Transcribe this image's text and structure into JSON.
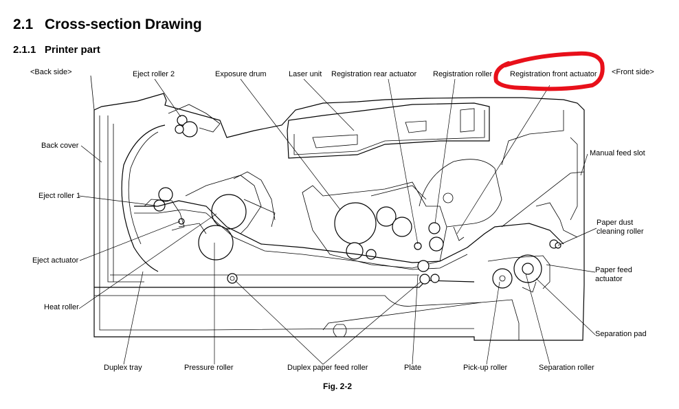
{
  "section": {
    "number": "2.1",
    "title": "Cross-section Drawing"
  },
  "subsection": {
    "number": "2.1.1",
    "title": "Printer part"
  },
  "labels": {
    "back_side": "<Back side>",
    "front_side": "<Front side>",
    "eject_roller_2": "Eject roller 2",
    "exposure_drum": "Exposure drum",
    "laser_unit": "Laser unit",
    "registration_rear_actuator": "Registration rear actuator",
    "registration_roller": "Registration roller",
    "registration_front_actuator": "Registration front actuator",
    "back_cover": "Back cover",
    "manual_feed_slot": "Manual feed slot",
    "eject_roller_1": "Eject roller 1",
    "paper_dust_cleaning_roller_1": "Paper dust",
    "paper_dust_cleaning_roller_2": "cleaning roller",
    "eject_actuator": "Eject actuator",
    "paper_feed_actuator_1": "Paper feed",
    "paper_feed_actuator_2": "actuator",
    "heat_roller": "Heat roller",
    "separation_pad": "Separation pad",
    "duplex_tray": "Duplex tray",
    "pressure_roller": "Pressure roller",
    "duplex_paper_feed_roller": "Duplex paper feed roller",
    "plate": "Plate",
    "pick_up_roller": "Pick-up roller",
    "separation_roller": "Separation roller"
  },
  "highlight": {
    "target": "registration_front_actuator",
    "color": "#e8101a"
  },
  "figure_caption": "Fig. 2-2"
}
